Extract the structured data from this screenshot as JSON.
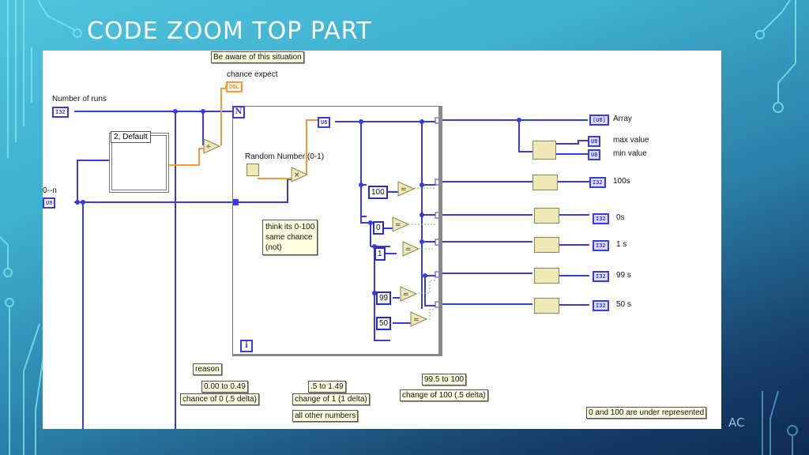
{
  "slide": {
    "title": "CODE ZOOM TOP PART",
    "footer": "AC"
  },
  "diagram": {
    "controls": {
      "number_of_runs": {
        "label": "Number of runs",
        "type": "I32"
      },
      "range_n": {
        "label": "0--n",
        "type": "U8"
      }
    },
    "case_structure": {
      "selector": "2, Default"
    },
    "chance_expect": {
      "label": "chance expect",
      "type": "DBL"
    },
    "for_loop": {
      "count_terminal": "N",
      "iteration_terminal": "i"
    },
    "random_number": {
      "label": "Random Number (0-1)"
    },
    "conversion": {
      "type": "U8"
    },
    "functions": {
      "divide": "÷",
      "multiply": "×",
      "equal": "="
    },
    "constants": [
      "100",
      "0",
      "1",
      "99",
      "50"
    ],
    "indicators": [
      {
        "label": "Array",
        "type": "[U8]"
      },
      {
        "label": "max value",
        "type": "U8"
      },
      {
        "label": "min value",
        "type": "U8"
      },
      {
        "label": "100s",
        "type": "I32"
      },
      {
        "label": "0s",
        "type": "I32"
      },
      {
        "label": "1 s",
        "type": "I32"
      },
      {
        "label": "99 s",
        "type": "I32"
      },
      {
        "label": "50 s",
        "type": "I32"
      }
    ],
    "comments": {
      "be_aware": "Be aware of this situation",
      "think": "think its 0-100\nsame chance\n(not)",
      "reason": "reason",
      "range_0": "0.00 to 0.49",
      "chance_0": "chance of 0 (.5 delta)",
      "range_1": ".5 to 1.49",
      "change_1": "change of 1 (1 delta)",
      "all_other": "all other numbers",
      "range_100": "99.5 to 100",
      "change_100": "change of 100 (.5 delta)",
      "under_rep": "0 and 100 are under represented"
    }
  }
}
